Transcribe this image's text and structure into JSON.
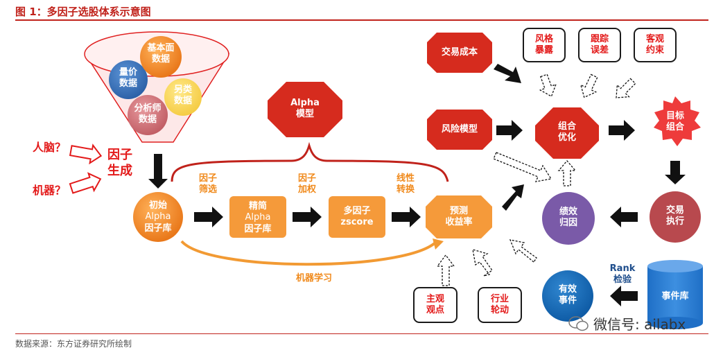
{
  "title": "图 1：多因子选股体系示意图",
  "source": "数据来源：东方证券研究所绘制",
  "watermark": "微信号: ailabx",
  "funnel": {
    "basic": [
      "基本面",
      "数据"
    ],
    "volume": [
      "量价",
      "数据"
    ],
    "alt": [
      "另类",
      "数据"
    ],
    "analyst": [
      "分析师",
      "数据"
    ]
  },
  "inputs": {
    "brain": "人脑？",
    "machine": "机器？",
    "generate": [
      "因子",
      "生成"
    ]
  },
  "alpha_model": [
    "Alpha",
    "模型"
  ],
  "pipeline": {
    "initial": [
      "初始",
      "Alpha",
      "因子库"
    ],
    "refined": [
      "精简",
      "Alpha",
      "因子库"
    ],
    "multi": [
      "多因子",
      "zscore"
    ],
    "predict": [
      "预测",
      "收益率"
    ]
  },
  "steps": {
    "screen": [
      "因子",
      "筛选"
    ],
    "weight": [
      "因子",
      "加权"
    ],
    "linear": [
      "线性",
      "转换"
    ],
    "ml": "机器学习"
  },
  "right": {
    "cost": "交易成本",
    "risk": "风险模型",
    "optimize": [
      "组合",
      "优化"
    ],
    "target": [
      "目标",
      "组合"
    ],
    "execute": [
      "交易",
      "执行"
    ],
    "attribution": [
      "绩效",
      "归因"
    ],
    "effective": [
      "有效",
      "事件"
    ],
    "event_db": "事件库",
    "rank": [
      "Rank",
      "检验"
    ]
  },
  "constraints": {
    "style": [
      "风格",
      "暴露"
    ],
    "tracking": [
      "跟踪",
      "误差"
    ],
    "objective": [
      "客观",
      "约束"
    ]
  },
  "views": {
    "subjective": [
      "主观",
      "观点"
    ],
    "rotation": [
      "行业",
      "轮动"
    ]
  },
  "colors": {
    "accent": "#c0221b",
    "orange": "#f08a1c",
    "blue": "#1f6fb5",
    "purple": "#7a5aa8",
    "red": "#d9261c"
  }
}
